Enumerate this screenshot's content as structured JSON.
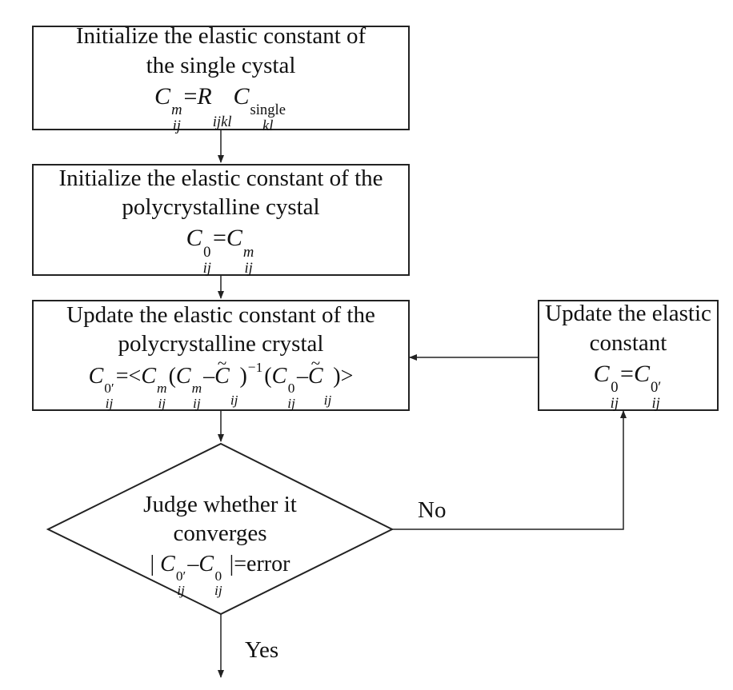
{
  "steps": [
    {
      "line1": "Initialize the elastic constant of",
      "line2": "the single cystal"
    },
    {
      "line1": "Initialize the elastic constant of the",
      "line2": "polycrystalline cystal"
    },
    {
      "line1": "Update the elastic constant of the",
      "line2": "polycrystalline crystal"
    },
    {
      "line1": "Update the elastic",
      "line2": "constant"
    }
  ],
  "decision": {
    "line1": "Judge whether it",
    "line2": "converges",
    "error_text": "=error"
  },
  "labels": {
    "no": "No",
    "yes": "Yes"
  },
  "symbols": {
    "C": "C",
    "R": "R",
    "m": "m",
    "zero": "0",
    "zero_prime": "0′",
    "ij": "ij",
    "ijkl": "ijkl",
    "kl": "kl",
    "single": "single",
    "eq": "=",
    "lt": "<",
    "gt": ">",
    "minus": "–",
    "lp": "(",
    "rp": ")",
    "inv": "−1",
    "bar": "|"
  }
}
